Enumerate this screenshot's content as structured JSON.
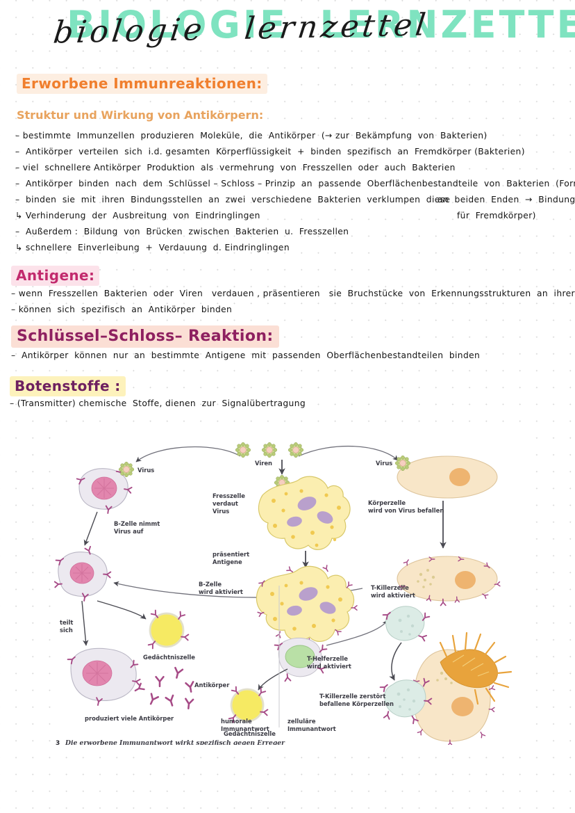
{
  "page": {
    "title_block": "BIOLOGIE  LERNZETTEL",
    "title_script": "biologie   lernzettel"
  },
  "sections": [
    {
      "heading": "Erworbene Immunreaktionen:",
      "style": "orange-highlight",
      "subheading": "Struktur und Wirkung von Antikörpern:",
      "bullets": [
        "– bestimmte  Immunzellen  produzieren  Moleküle,  die  Antikörper  (→ zur  Bekämpfung  von  Bakterien)",
        "–  Antikörper  verteilen  sich  i.d. gesamten  Körperflüssigkeit  +  binden  spezifisch  an  Fremdkörper (Bakterien)",
        "– viel  schnellere Antikörper  Produktion  als  vermehrung  von  Fresszellen  oder  auch  Bakterien",
        "–  Antikörper  binden  nach  dem  Schlüssel – Schloss – Prinzip  an  passende  Oberflächenbestandteile  von  Bakterien  (Form : gleicht Y,",
        "–  binden  sie  mit  ihren  Bindungsstellen  an  zwei  verschiedene  Bakterien  verklumpen  diese",
        "↳ Verhinderung  der  Ausbreitung  von  Eindringlingen",
        "–  Außerdem :  Bildung  von  Brücken  zwischen  Bakterien  u.  Fresszellen",
        "↳ schnellere  Einverleibung  +  Verdauung  d. Eindringlingen"
      ],
      "right_continuation": [
        "an  beiden  Enden  →  Bindungsstellen",
        "für  Fremdkörper)"
      ]
    },
    {
      "heading": "Antigene:",
      "style": "pink-highlight",
      "bullets": [
        "– wenn  Fresszellen  Bakterien  oder  Viren   verdauen , präsentieren   sie  Bruchstücke  von  Erkennungsstrukturen  an  ihrer  Oberfläche",
        "– können  sich  spezifisch  an  Antikörper  binden"
      ]
    },
    {
      "heading": "Schlüssel–Schloss– Reaktion:",
      "style": "rose-highlight",
      "bullets": [
        "–  Antikörper  können  nur  an  bestimmte  Antigene  mit  passenden  Oberflächenbestandteilen  binden"
      ]
    },
    {
      "heading": "Botenstoffe :",
      "style": "yellow-highlight",
      "bullets": [
        "– (Transmitter) chemische  Stoffe, dienen  zur  Signalübertragung"
      ]
    }
  ],
  "diagram": {
    "caption_number": "3",
    "caption": "Die erworbene Immunantwort wirkt spezifisch gegen Erreger",
    "labels": {
      "viren": "Viren",
      "virus_left": "Virus",
      "virus_right": "Virus",
      "b_zelle_nimmt": "B-Zelle nimmt\nVirus auf",
      "fresszelle": "Fresszelle\nverdaut\nVirus",
      "praesentiert": "präsentiert\nAntigene",
      "koerperzelle": "Körperzelle\nwird von Virus befallen",
      "b_zelle_aktiviert": "B-Zelle\nwird aktiviert",
      "t_killer_aktiviert": "T-Killerzelle\nwird aktiviert",
      "t_helfer_aktiviert": "T-Helferzelle\nwird aktiviert",
      "teilt_sich": "teilt\nsich",
      "gedaechtnis_left": "Gedächtniszelle",
      "gedaechtnis_right": "Gedächtniszelle",
      "antikoerper": "Antikörper",
      "produziert": "produziert viele Antikörper",
      "humorale": "humorale\nImmunantwort",
      "zellulaere": "zelluläre\nImmunantwort",
      "t_killer_zerstoert": "T-Killerzelle zerstört\nbefallene Körperzellen"
    },
    "colors": {
      "virus": "#c7d98a",
      "b_cell": "#ece9f0",
      "b_nucleus": "#e286ae",
      "phagocyte": "#fbeeb0",
      "body_cell": "#f8e6c8",
      "body_nucleus": "#eeb470",
      "memory_cell": "#f6ea63",
      "t_helper": "#b9e0a6",
      "t_killer": "#dcece6",
      "antibody": "#a64a86",
      "burst": "#e8a33c"
    }
  }
}
